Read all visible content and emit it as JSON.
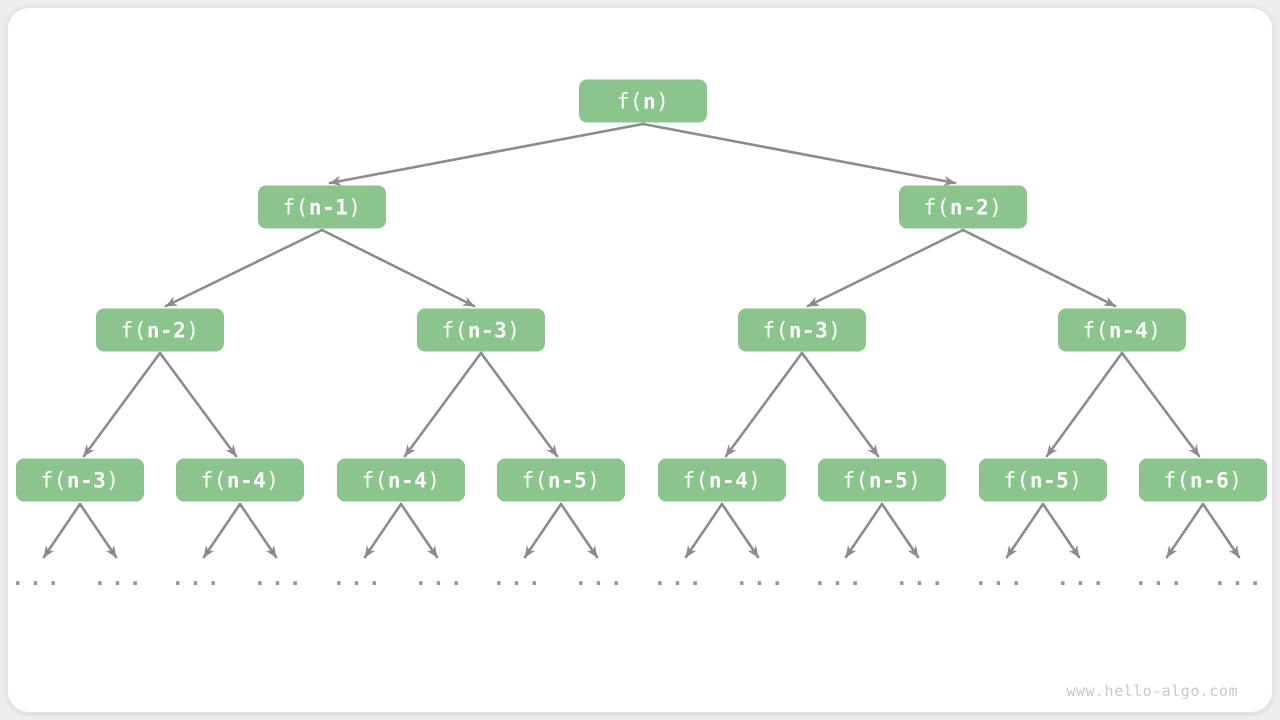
{
  "labels": {
    "call_prefix": "f(",
    "call_suffix": ")"
  },
  "tree": {
    "levels": [
      {
        "nodes": [
          {
            "arg": "n"
          }
        ]
      },
      {
        "nodes": [
          {
            "arg": "n-1"
          },
          {
            "arg": "n-2"
          }
        ]
      },
      {
        "nodes": [
          {
            "arg": "n-2"
          },
          {
            "arg": "n-3"
          },
          {
            "arg": "n-3"
          },
          {
            "arg": "n-4"
          }
        ]
      },
      {
        "nodes": [
          {
            "arg": "n-3"
          },
          {
            "arg": "n-4"
          },
          {
            "arg": "n-4"
          },
          {
            "arg": "n-5"
          },
          {
            "arg": "n-4"
          },
          {
            "arg": "n-5"
          },
          {
            "arg": "n-5"
          },
          {
            "arg": "n-6"
          }
        ]
      }
    ],
    "leaf_ellipsis": "..."
  },
  "watermark": "www.hello-algo.com",
  "colors": {
    "node_fill": "#8BC48D",
    "node_text": "#FFFFFF",
    "arrow": "#8C8C8C",
    "ellipsis": "#969696",
    "watermark_text": "#C9C9C9"
  }
}
